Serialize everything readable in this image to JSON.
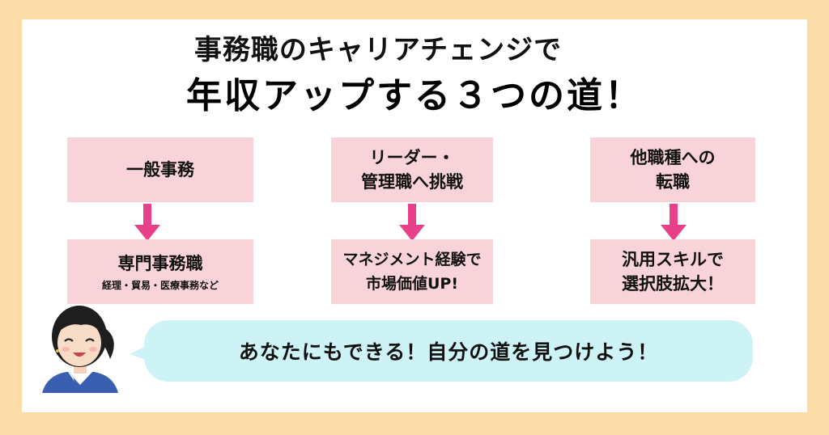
{
  "title": {
    "line1": "事務職のキャリアチェンジで",
    "line2": "年収アップする３つの道！"
  },
  "paths": [
    {
      "from": {
        "label": "一般事務"
      },
      "to": {
        "label": "専門事務職",
        "sub": "経理・貿易・医療事務など"
      }
    },
    {
      "from": {
        "label": "リーダー・\n管理職へ挑戦"
      },
      "to": {
        "label": "マネジメント経験で\n市場価値UP!"
      }
    },
    {
      "from": {
        "label": "他職種への\n転職"
      },
      "to": {
        "label": "汎用スキルで\n選択肢拡大！"
      }
    }
  ],
  "message": "あなたにもできる！自分の道を見つけよう！",
  "colors": {
    "background": "#FBDCA7",
    "box": "#F9D3DA",
    "arrow": "#E8418A",
    "bubble": "#CDF3F7"
  }
}
